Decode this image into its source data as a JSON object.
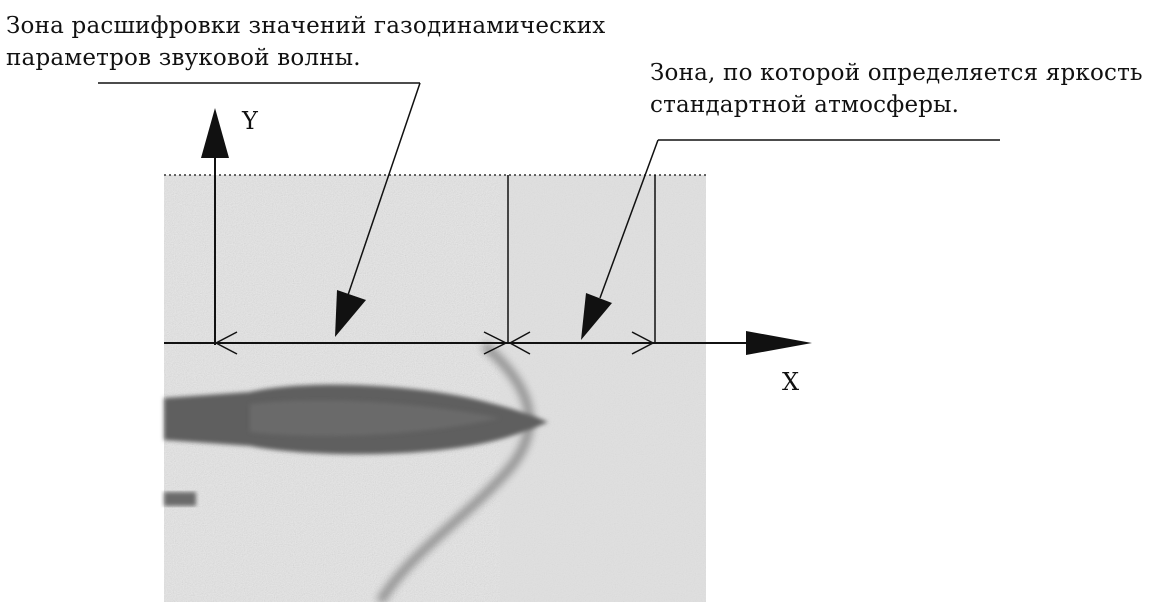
{
  "annotations": {
    "left_zone": {
      "line1": "Зона расшифровки значений газодинамических",
      "line2": "параметров звуковой волны."
    },
    "right_zone": {
      "line1": "Зона, по которой определяется яркость",
      "line2": "стандартной атмосферы."
    }
  },
  "axes": {
    "y_label": "Y",
    "x_label": "X"
  },
  "colors": {
    "ink": "#111111",
    "photo_background": "#e7e7e7",
    "projectile": "#5e5e5e",
    "shock_wave": "#8a8a8a"
  }
}
